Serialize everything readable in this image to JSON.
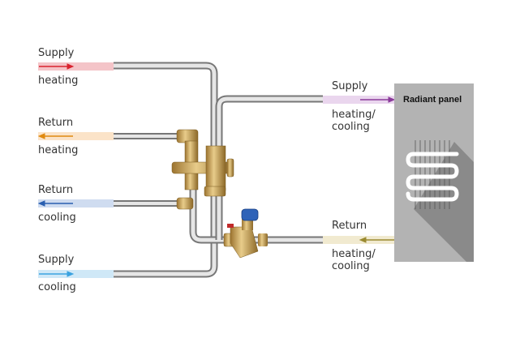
{
  "labels": {
    "supply_heating": {
      "top": "Supply",
      "bottom": "heating"
    },
    "return_heating": {
      "top": "Return",
      "bottom": "heating"
    },
    "return_cooling": {
      "top": "Return",
      "bottom": "cooling"
    },
    "supply_cooling": {
      "top": "Supply",
      "bottom": "cooling"
    },
    "supply_hc": {
      "top": "Supply",
      "bottom": "heating/\ncooling"
    },
    "return_hc": {
      "top": "Return",
      "bottom": "heating/\ncooling"
    }
  },
  "panel": {
    "title": "Radiant panel"
  },
  "colors": {
    "supply_heating": "#d9232e",
    "return_heating": "#e08a10",
    "return_cooling": "#2a5fb0",
    "supply_cooling": "#3aa2e0",
    "supply_hc": "#8a3a9a",
    "return_hc": "#9a8a30",
    "panel": "#b3b3b3",
    "brass": "#c9a25a"
  }
}
